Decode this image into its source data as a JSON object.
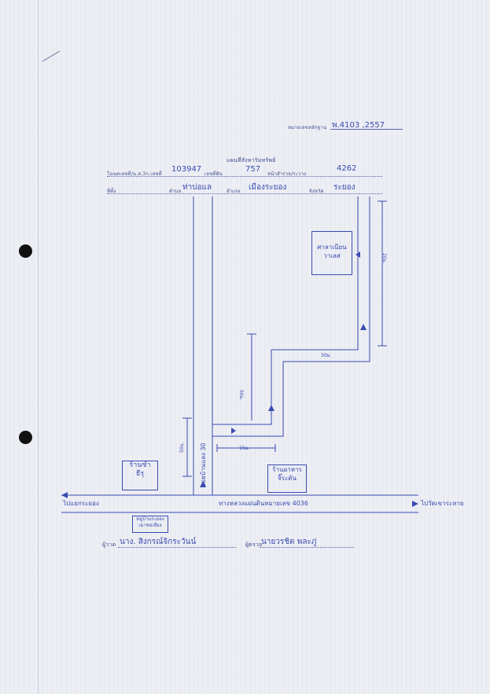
{
  "header": {
    "top_right_label": "หมายเลขหลักฐาน",
    "top_right_value": "พ.4103 ,2557",
    "title": "แผนที่สังหาริมทรัพย์"
  },
  "form_row1": {
    "deed_label": "โฉนดเลขที่/น.ส.3ก.เลขที่",
    "deed_value": "103947",
    "land_no_label": "เลขที่ดิน",
    "land_no_value": "757",
    "survey_label": "หน้าสำรวจ/ระวาง",
    "survey_value": "4262"
  },
  "form_row2": {
    "address_label": "ที่ตั้ง",
    "subdistrict_label": "ตำบล",
    "subdistrict_value": "ท่าบ่อแล",
    "district_label": "อำเภอ",
    "district_value": "เมืองระยอง",
    "province_label": "จังหวัด",
    "province_value": "ระยอง"
  },
  "map": {
    "shop_left": "ร้านชำ\nธีรุ",
    "shop_right": "ร้านอาหาร\nจิ๊ระตัน",
    "property": "ศาลาเนียน\nวาเลส",
    "road_main": "ทางหลวงแผ่นดินหมายเลข 4036",
    "road_left": "ไปแยกระยอง",
    "road_right": "ไปวัดเขาระหาย",
    "soi": "ซอยบ้านแลง 30",
    "below_road_box": "หมู่บ้านระยอง\nเมาชอเสียง",
    "dist_50": "50ม.",
    "dist_15": "15ม.",
    "dist_50b": "50ม.",
    "dist_30": "30ม.",
    "dist_20": "20ม."
  },
  "footer": {
    "drawer_label": "ผู้วาด",
    "drawer_value": "นาง. สิงกรณ์จิกระวันน์",
    "checker_label": "ผู้ตรวจ",
    "checker_value": "นายวรชิต  พละภู่"
  }
}
